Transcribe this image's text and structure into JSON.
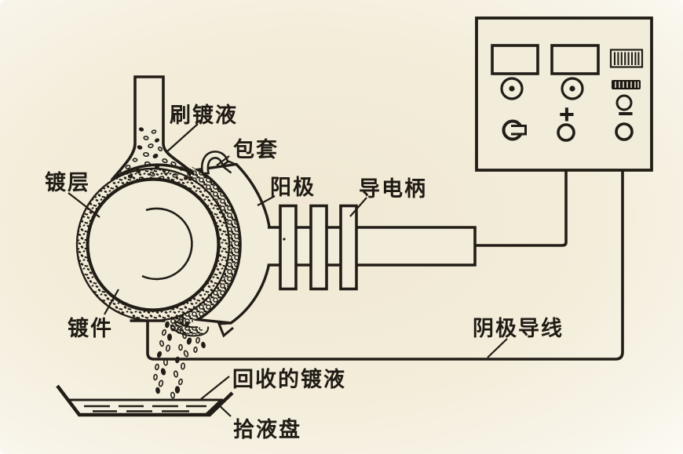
{
  "figure": {
    "type": "technical-line-diagram",
    "subject": "brush electroplating (刷镀) setup with rotating workpiece, anode pad, conductive handle, DC power unit and drip recovery tray",
    "colors": {
      "paper": "#f2ecdb",
      "ink": "#221e17"
    },
    "labels": {
      "brush_plating_solution": "刷镀液",
      "sleeve_wrap": "包套",
      "plating_layer": "镀层",
      "anode": "阳极",
      "conductive_handle": "导电柄",
      "workpiece": "镀件",
      "cathode_lead": "阴极导线",
      "recovered_solution": "回收的镀液",
      "collection_tray": "拾液盘"
    },
    "power_supply": {
      "plus": "+",
      "minus": "−"
    }
  }
}
